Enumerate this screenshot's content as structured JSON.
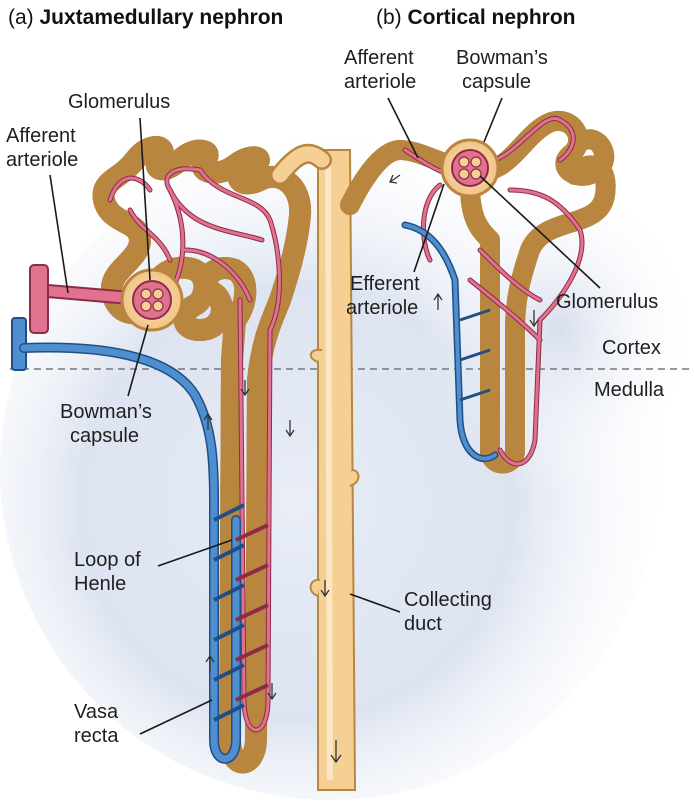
{
  "titles": {
    "a_prefix": "(a) ",
    "a_text": "Juxtamedullary nephron",
    "b_prefix": "(b) ",
    "b_text": "Cortical nephron"
  },
  "labels": {
    "glomerulus_a": "Glomerulus",
    "afferent_a_1": "Afferent",
    "afferent_a_2": "arteriole",
    "bowmans_a_1": "Bowman’s",
    "bowmans_a_2": "capsule",
    "loop_1": "Loop of",
    "loop_2": "Henle",
    "vasa_1": "Vasa",
    "vasa_2": "recta",
    "afferent_b_1": "Afferent",
    "afferent_b_2": "arteriole",
    "bowmans_b_1": "Bowman’s",
    "bowmans_b_2": "capsule",
    "efferent_b_1": "Efferent",
    "efferent_b_2": "arteriole",
    "glomerulus_b": "Glomerulus",
    "cortex": "Cortex",
    "medulla": "Medulla",
    "collecting_1": "Collecting",
    "collecting_2": "duct"
  },
  "colors": {
    "tubule": "#f6cf94",
    "tubule_outline": "#b8863e",
    "artery": "#e0728f",
    "artery_outline": "#8e2c48",
    "vein": "#4f8fd0",
    "vein_outline": "#1f4f84",
    "background_shade": "#bfc9e0"
  }
}
